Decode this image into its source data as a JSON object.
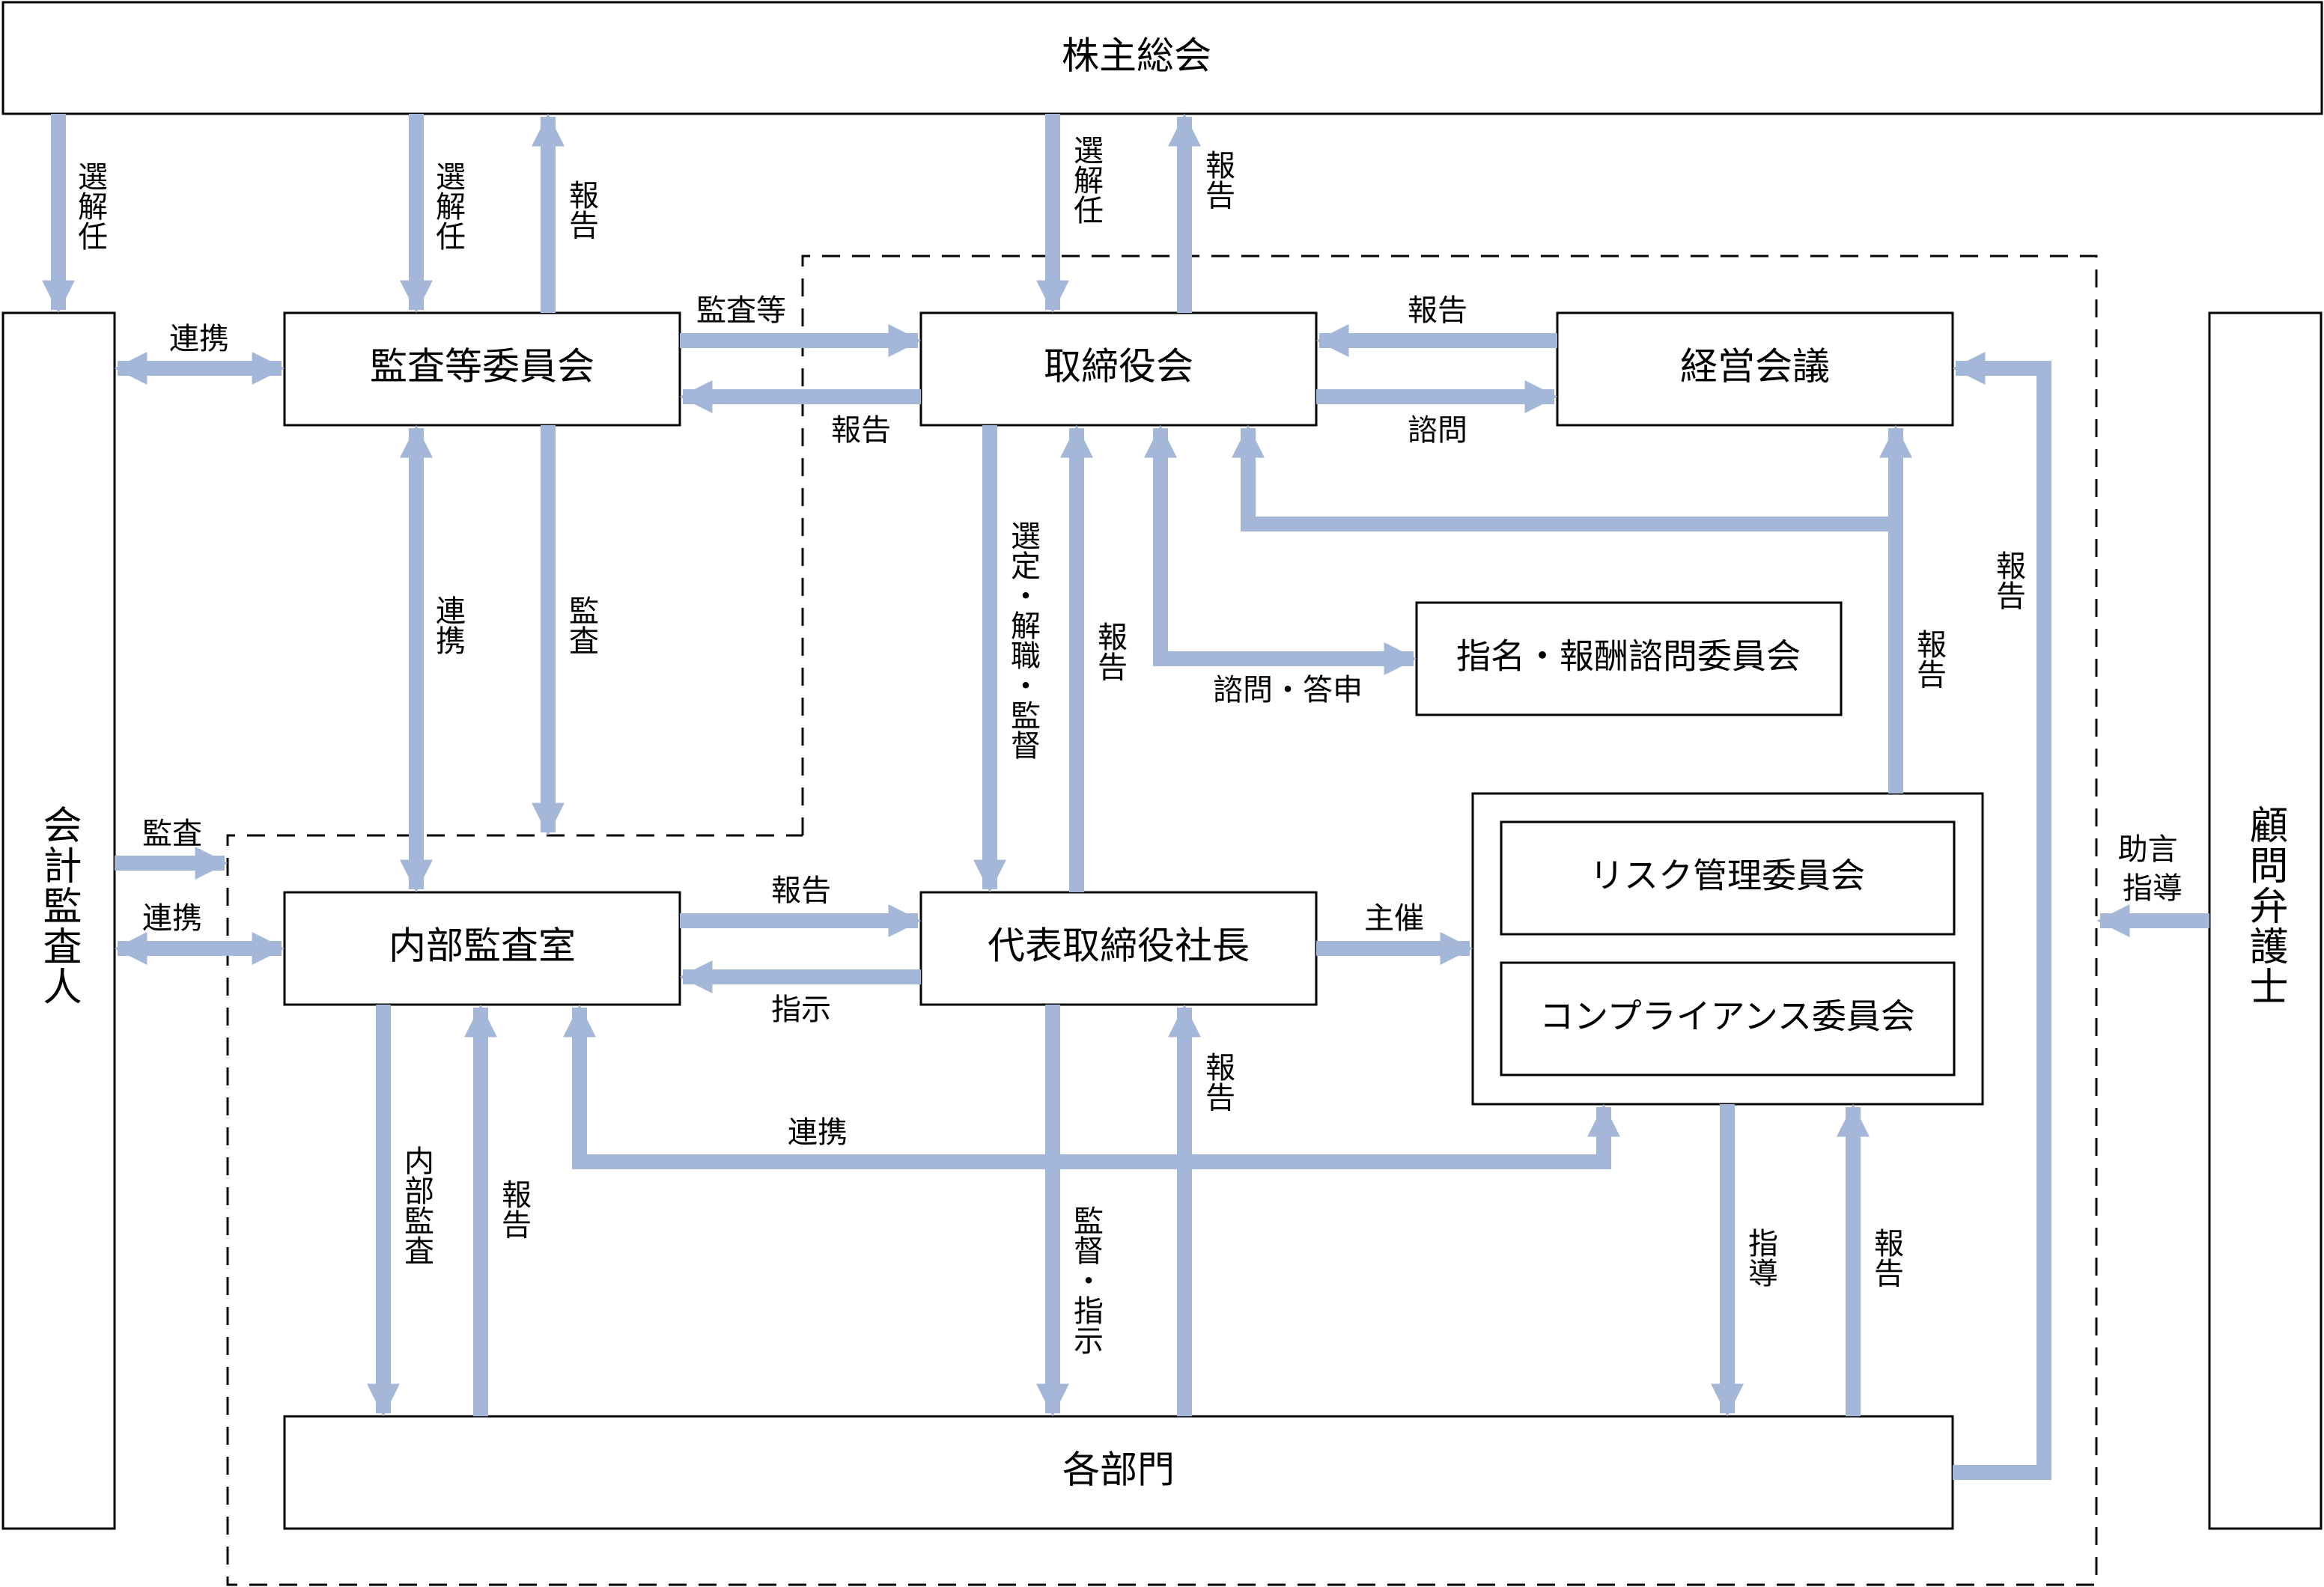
{
  "boxes": {
    "shareholders_meeting": "株主総会",
    "audit_committee": "監査等委員会",
    "board_of_directors": "取締役会",
    "management_meeting": "経営会議",
    "nomination_compensation_committee": "指名・報酬諮問委員会",
    "accounting_auditor": "会計監査人",
    "internal_audit_office": "内部監査室",
    "president": "代表取締役社長",
    "risk_committee": "リスク管理委員会",
    "compliance_committee": "コンプライアンス委員会",
    "departments": "各部門",
    "legal_advisor": "顧問弁護士"
  },
  "labels": {
    "elect_dismiss_auditor": "選解任",
    "elect_dismiss_committee": "選解任",
    "report_committee_to_sh": "報告",
    "elect_dismiss_board": "選解任",
    "report_board_to_sh": "報告",
    "coop_auditor_committee": "連携",
    "audit_etc": "監査等",
    "report_board_to_committee": "報告",
    "report_mgmt_to_board": "報告",
    "consult_board_to_mgmt": "諮問",
    "coop_committee_internal": "連携",
    "audit_committee_down": "監査",
    "select_dismiss_supervise": "選定・解職・監督",
    "report_president_to_board": "報告",
    "consult_report": "諮問・答申",
    "report_right_mgmt": "報告",
    "report_far_right": "報告",
    "audit_auditor": "監査",
    "coop_auditor_internal": "連携",
    "report_internal_to_president": "報告",
    "instruct_president_to_internal": "指示",
    "host": "主催",
    "advice_guidance": "助言\n指導",
    "coop_internal_committees": "連携",
    "internal_audit": "内部監査",
    "report_dept_to_internal": "報告",
    "supervise_instruct": "監督・指示",
    "report_dept_to_president": "報告",
    "guidance_committees": "指導",
    "report_dept_to_committees": "報告"
  },
  "colors": {
    "arrow": "#a4b7d9",
    "box_border": "#000000",
    "text": "#000000"
  }
}
